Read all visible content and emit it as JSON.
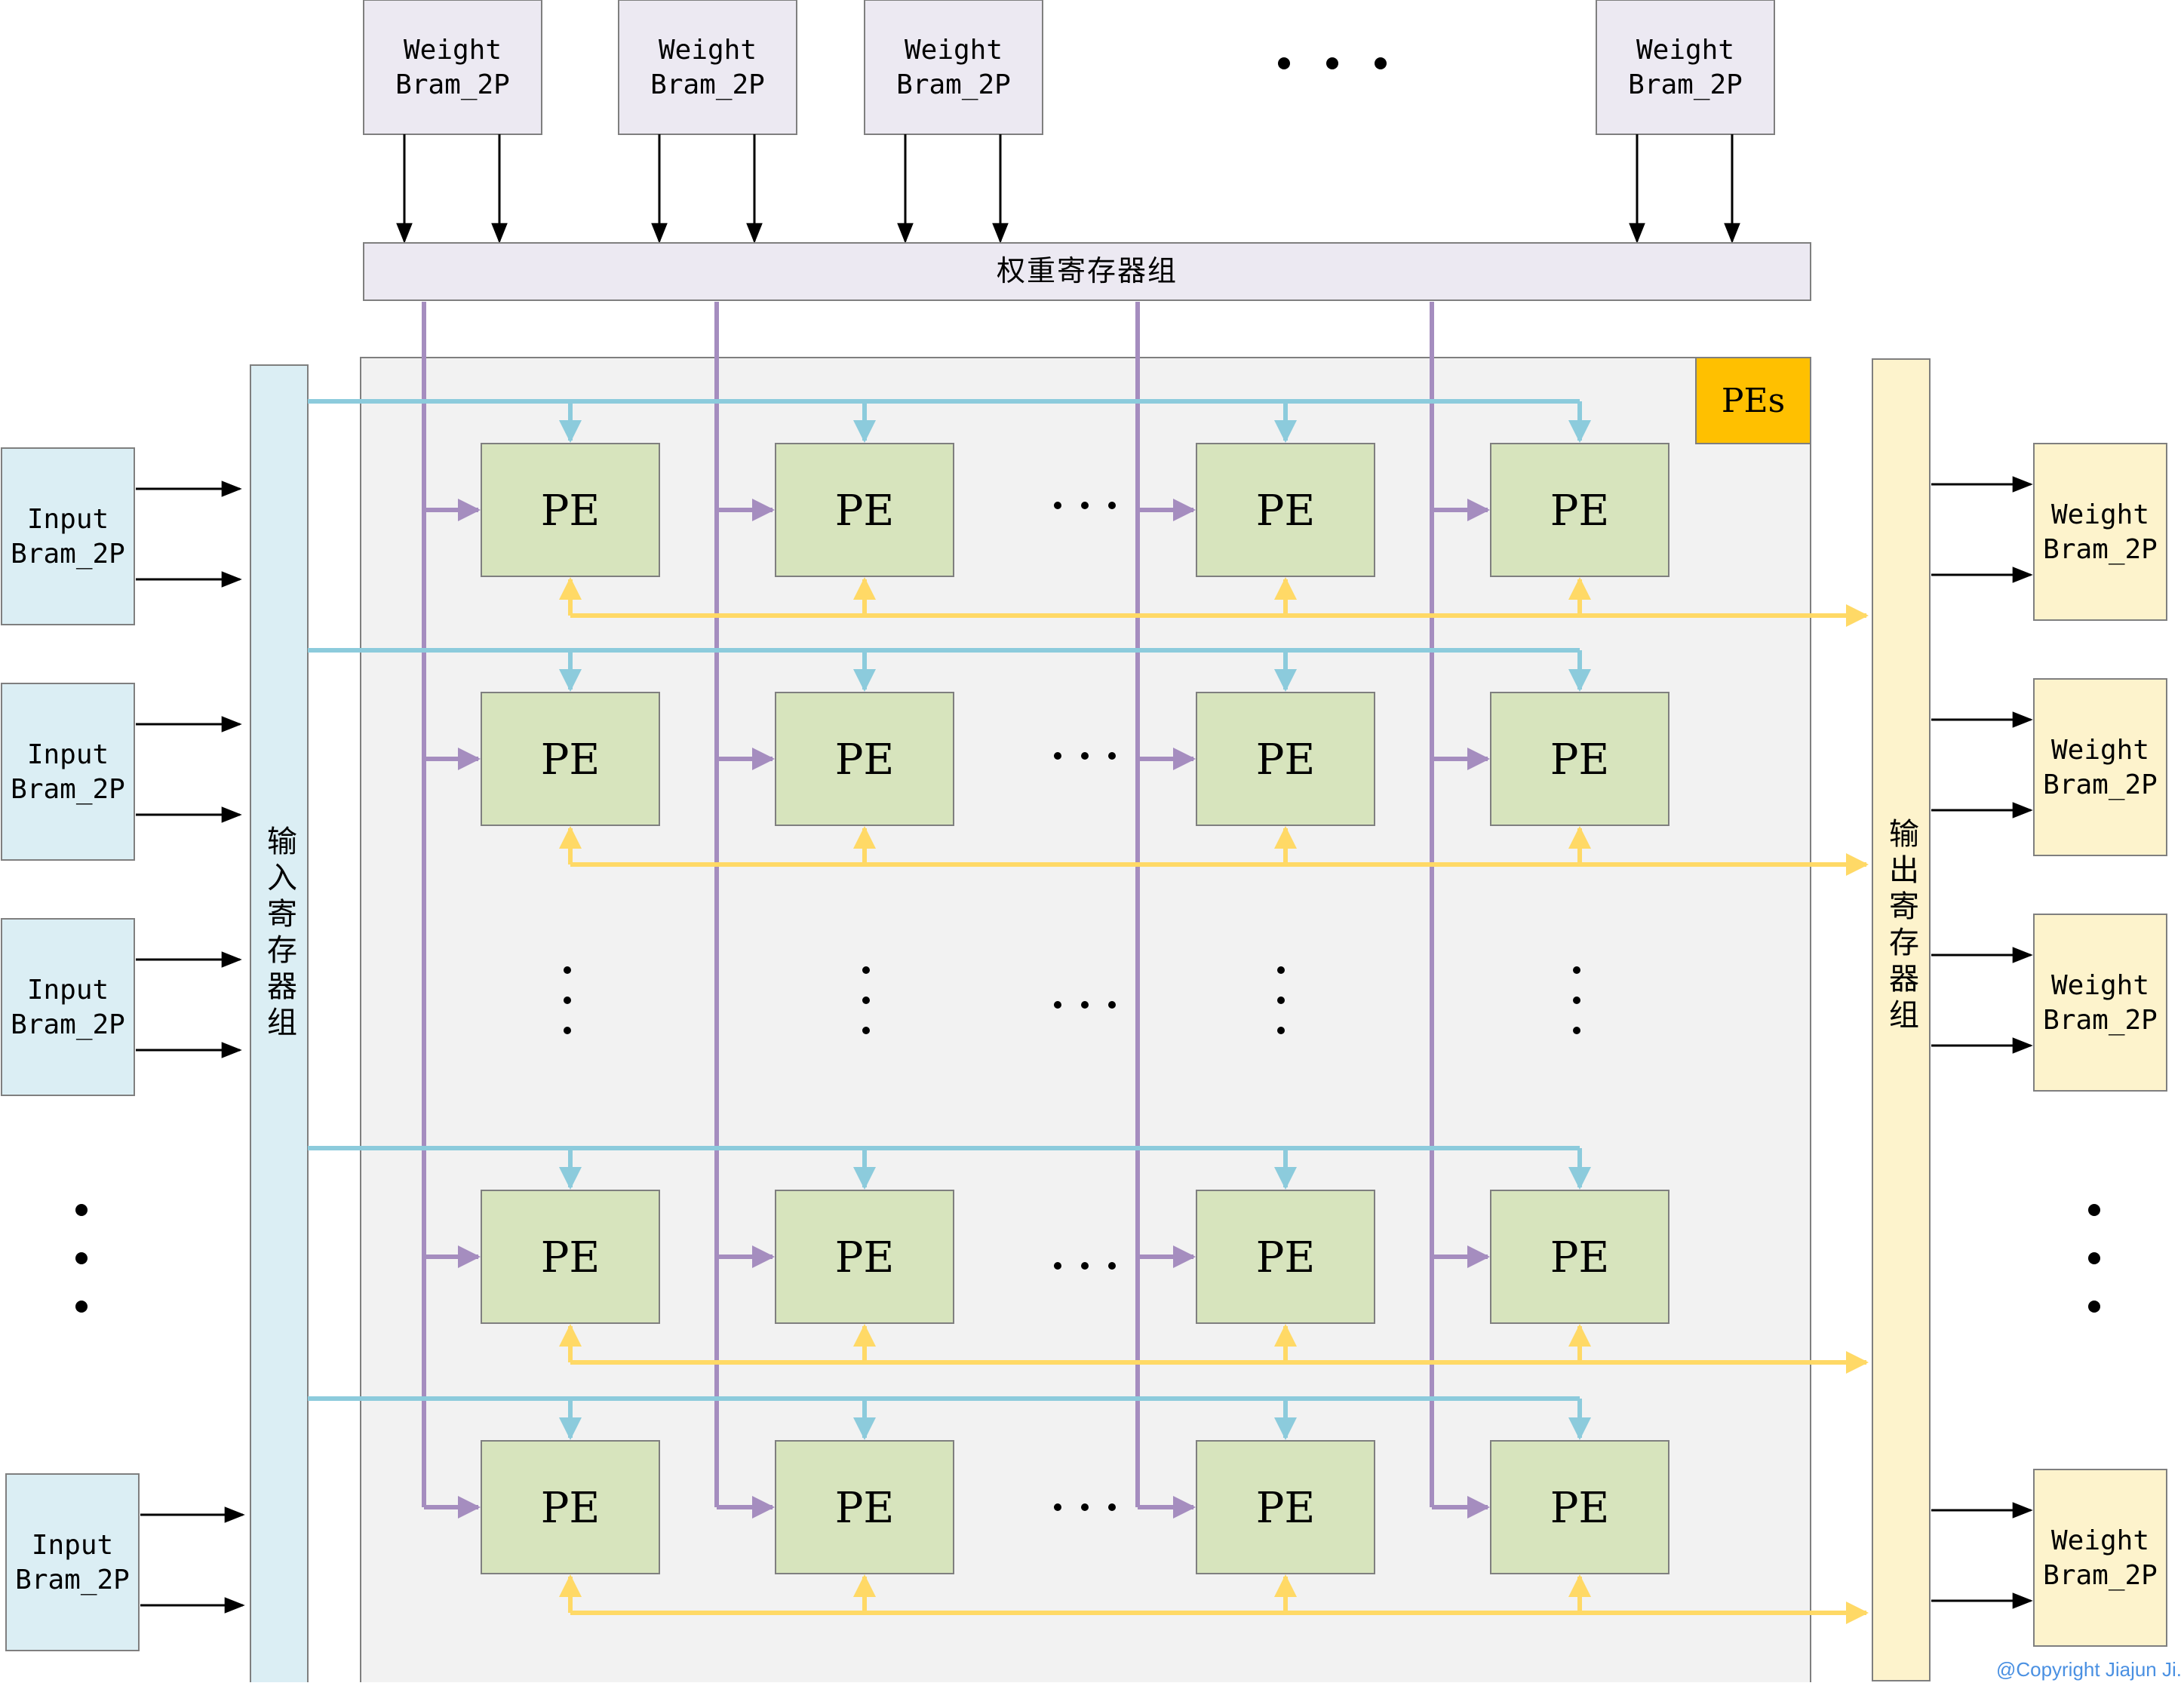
{
  "top_weight_brams": [
    {
      "line1": "Weight",
      "line2": "Bram_2P"
    },
    {
      "line1": "Weight",
      "line2": "Bram_2P"
    },
    {
      "line1": "Weight",
      "line2": "Bram_2P"
    },
    {
      "line1": "Weight",
      "line2": "Bram_2P"
    }
  ],
  "weight_register_label": "权重寄存器组",
  "input_register_label": "输入寄存器组",
  "output_register_label": "输出寄存器组",
  "pes_label": "PEs",
  "pe_label": "PE",
  "input_brams": [
    {
      "line1": "Input",
      "line2": "Bram_2P"
    },
    {
      "line1": "Input",
      "line2": "Bram_2P"
    },
    {
      "line1": "Input",
      "line2": "Bram_2P"
    },
    {
      "line1": "Input",
      "line2": "Bram_2P"
    }
  ],
  "output_brams": [
    {
      "line1": "Weight",
      "line2": "Bram_2P"
    },
    {
      "line1": "Weight",
      "line2": "Bram_2P"
    },
    {
      "line1": "Weight",
      "line2": "Bram_2P"
    },
    {
      "line1": "Weight",
      "line2": "Bram_2P"
    }
  ],
  "copyright": "@Copyright Jiajun Ji.",
  "colors": {
    "weight_bram_fill": "#ece9f2",
    "input_fill": "#dbeef4",
    "output_fill": "#fdf3cc",
    "pe_fill": "#d7e4bd",
    "pes_badge": "#ffc000",
    "array_bg": "#f2f2f2",
    "purple_line": "#a58dbf",
    "blue_line": "#8ccbdc",
    "yellow_line": "#ffd966",
    "copyright_text": "#4a90e2"
  }
}
